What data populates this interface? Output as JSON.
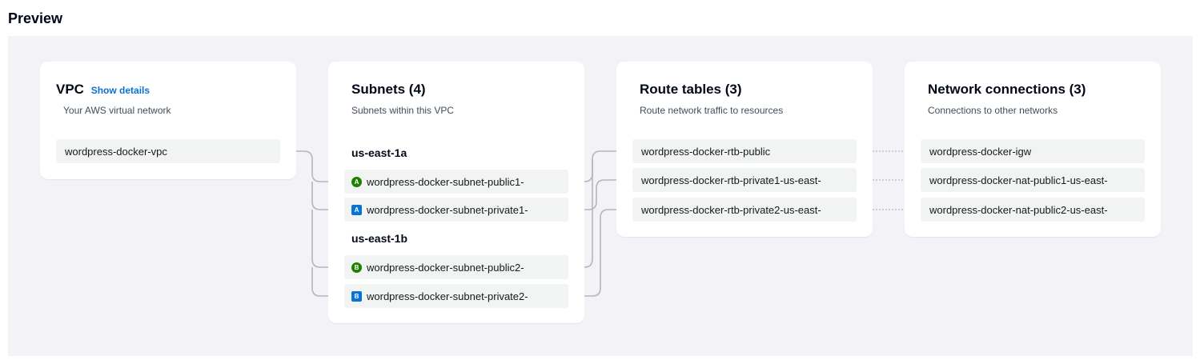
{
  "page": {
    "title": "Preview"
  },
  "vpc": {
    "title": "VPC",
    "show_details": "Show details",
    "description": "Your AWS virtual network",
    "name": "wordpress-docker-vpc"
  },
  "subnets": {
    "title": "Subnets (4)",
    "description": "Subnets within this VPC",
    "zones": [
      {
        "name": "us-east-1a",
        "items": [
          {
            "badge": "A",
            "type": "public",
            "name": "wordpress-docker-subnet-public1-"
          },
          {
            "badge": "A",
            "type": "private",
            "name": "wordpress-docker-subnet-private1-"
          }
        ]
      },
      {
        "name": "us-east-1b",
        "items": [
          {
            "badge": "B",
            "type": "public",
            "name": "wordpress-docker-subnet-public2-"
          },
          {
            "badge": "B",
            "type": "private",
            "name": "wordpress-docker-subnet-private2-"
          }
        ]
      }
    ]
  },
  "route_tables": {
    "title": "Route tables (3)",
    "description": "Route network traffic to resources",
    "items": [
      "wordpress-docker-rtb-public",
      "wordpress-docker-rtb-private1-us-east-",
      "wordpress-docker-rtb-private2-us-east-"
    ]
  },
  "network_connections": {
    "title": "Network connections (3)",
    "description": "Connections to other networks",
    "items": [
      "wordpress-docker-igw",
      "wordpress-docker-nat-public1-us-east-",
      "wordpress-docker-nat-public2-us-east-"
    ]
  },
  "colors": {
    "public_badge": "#1d8102",
    "private_badge": "#0972d3",
    "link": "#0972d3",
    "connector": "#b3b7bb",
    "canvas_bg": "#f3f3f7",
    "node_bg": "#f2f3f3"
  }
}
